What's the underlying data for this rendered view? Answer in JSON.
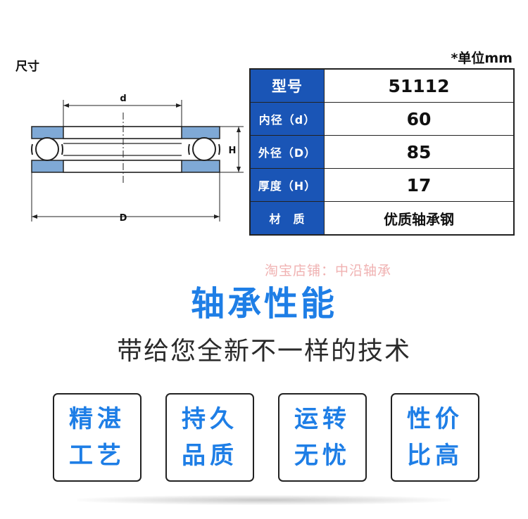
{
  "header": {
    "size_label": "尺寸",
    "unit_label": "*单位mm"
  },
  "diagram": {
    "d_label": "d",
    "D_label": "D",
    "H_label": "H"
  },
  "spec_table": {
    "model": {
      "label": "型号",
      "value": "51112"
    },
    "inner_diameter": {
      "label": "内径（d）",
      "value": "60"
    },
    "outer_diameter": {
      "label": "外径（D）",
      "value": "85"
    },
    "thickness": {
      "label": "厚度（H）",
      "value": "17"
    },
    "material": {
      "label": "材　质",
      "value": "优质轴承钢"
    }
  },
  "watermark": "淘宝店铺：中沿轴承",
  "headline": "轴承性能",
  "subtitle": "带给您全新不一样的技术",
  "features": [
    {
      "line1": "精湛",
      "line2": "工艺"
    },
    {
      "line1": "持久",
      "line2": "品质"
    },
    {
      "line1": "运转",
      "line2": "无忧"
    },
    {
      "line1": "性价",
      "line2": "比高"
    }
  ],
  "colors": {
    "accent_blue": "#1e7ee6",
    "table_header_blue": "#1a55b6",
    "race_blue": "#7fa9d6",
    "watermark_pink": "#f0b2b2"
  }
}
